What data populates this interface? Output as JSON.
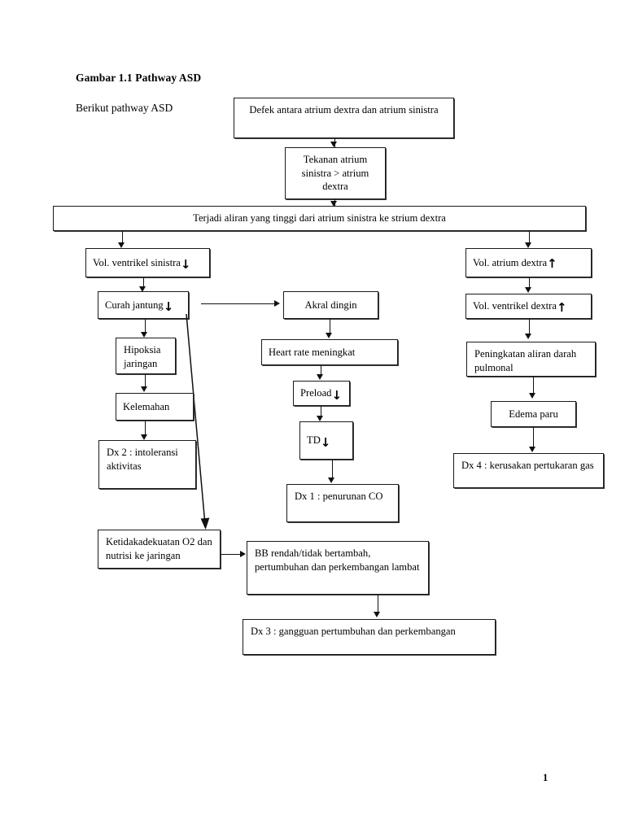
{
  "document": {
    "heading": "Gambar 1.1 Pathway ASD",
    "lead_text": "Berikut pathway ASD",
    "page_number": "1"
  },
  "colors": {
    "page_background": "#ffffff",
    "text": "#000000",
    "box_border": "#1a1a1a",
    "connector": "#111111"
  },
  "diagram": {
    "title": "Pathway ASD",
    "nodes": {
      "defek": "Defek antara atrium dextra dan atrium sinistra",
      "tekanan": "Tekanan atrium sinistra > atrium dextra",
      "aliran": "Terjadi aliran yang tinggi dari atrium sinistra ke strium dextra",
      "vol_ventrikel_sinistra": "Vol. ventrikel sinistra",
      "vol_ventrikel_sinistra_arrow": "↓",
      "curah_jantung": "Curah jantung",
      "curah_jantung_arrow": "↓",
      "hipoksia": "Hipoksia jaringan",
      "kelemahan": "Kelemahan",
      "dx2": "Dx 2 : intoleransi aktivitas",
      "ketidakadekuatan": "Ketidakadekuatan O2 dan nutrisi ke jaringan",
      "akral_dingin": "Akral dingin",
      "heart_rate": "Heart rate meningkat",
      "preload": "Preload",
      "preload_arrow": "↓",
      "td": "TD",
      "td_arrow": "↓",
      "dx1": "Dx 1 : penurunan CO",
      "vol_atrium_dextra": "Vol. atrium dextra",
      "vol_atrium_dextra_arrow": "↑",
      "vol_ventrikel_dextra": "Vol. ventrikel dextra",
      "vol_ventrikel_dextra_arrow": "↑",
      "peningkatan_aliran": "Peningkatan aliran darah pulmonal",
      "edema_paru": "Edema paru",
      "dx4": "Dx 4 : kerusakan pertukaran gas",
      "bb_rendah": "BB rendah/tidak bertambah, pertumbuhan dan perkembangan lambat",
      "dx3": "Dx 3 : gangguan pertumbuhan dan perkembangan"
    }
  }
}
